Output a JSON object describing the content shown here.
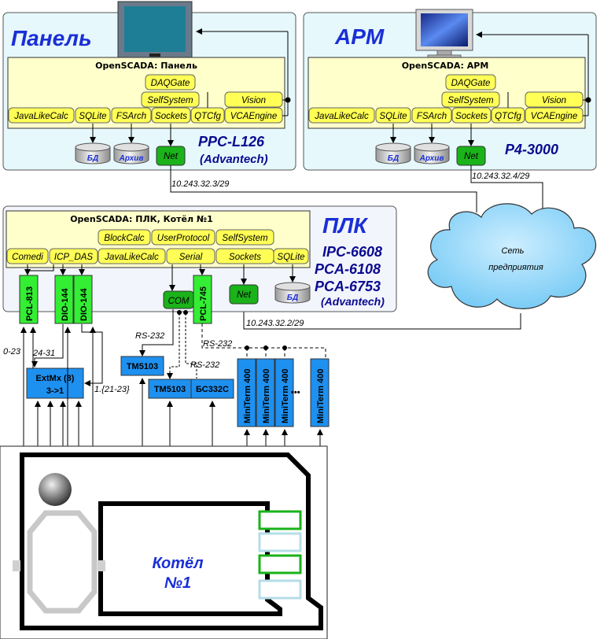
{
  "panel": {
    "title": "Панель",
    "header": "OpenSCADA: Панель",
    "modules": [
      "DAQGate",
      "SelfSystem",
      "Vision",
      "JavaLikeCalc",
      "SQLite",
      "FSArch",
      "Sockets",
      "QTCfg",
      "VCAEngine"
    ],
    "db": "БД",
    "archive": "Архив",
    "net": "Net",
    "hw_line1": "PPC-L126",
    "hw_line2": "(Advantech)",
    "ip": "10.243.32.3/29"
  },
  "arm": {
    "title": "АРМ",
    "header": "OpenSCADA: АРМ",
    "modules": [
      "DAQGate",
      "SelfSystem",
      "Vision",
      "JavaLikeCalc",
      "SQLite",
      "FSArch",
      "Sockets",
      "QTCfg",
      "VCAEngine"
    ],
    "db": "БД",
    "archive": "Архив",
    "net": "Net",
    "hw_line1": "P4-3000",
    "ip": "10.243.32.4/29"
  },
  "cloud": {
    "line1": "Сеть",
    "line2": "предприятия"
  },
  "plc": {
    "title": "ПЛК",
    "header": "OpenSCADA: ПЛК, Котёл №1",
    "modules": [
      "BlockCalc",
      "UserProtocol",
      "SelfSystem",
      "Comedi",
      "ICP_DAS",
      "JavaLikeCalc",
      "Serial",
      "Sockets",
      "SQLite"
    ],
    "hw_lines": [
      "IPC-6608",
      "PCA-6108",
      "PCA-6753",
      "(Advantech)"
    ],
    "db": "БД",
    "net": "Net",
    "com": "COM",
    "ip": "10.243.32.2/29",
    "cards": [
      "PCL-813",
      "DIO-144",
      "DIO-144",
      "PCL-745"
    ]
  },
  "field": {
    "extmx_line1": "ExtMx (8)",
    "extmx_line2": "3->1",
    "tm1": "TM5103",
    "tm2": "TM5103",
    "bs": "БС332С",
    "miniterm": [
      "MiniTerm 400",
      "MiniTerm 400",
      "MiniTerm 400",
      "MiniTerm 400"
    ],
    "dots": "•••",
    "rs232_1": "RS-232",
    "rs232_2": "RS-232",
    "rs232_3": "RS-232",
    "range_0_23": "0-23",
    "range_24_31": "24-31",
    "range_1_21_23": "1.{21-23}"
  },
  "boiler": {
    "line1": "Котёл",
    "line2": "№1"
  },
  "colors": {
    "station_fill": "#e6f8fc",
    "plc_fill": "#f2f5fb",
    "openscada_fill": "#ffffcc",
    "module_fill": "#ffff55",
    "card_fill": "#33ee33",
    "device_fill": "#1e90f0",
    "title_blue": "#1a2fd6"
  }
}
